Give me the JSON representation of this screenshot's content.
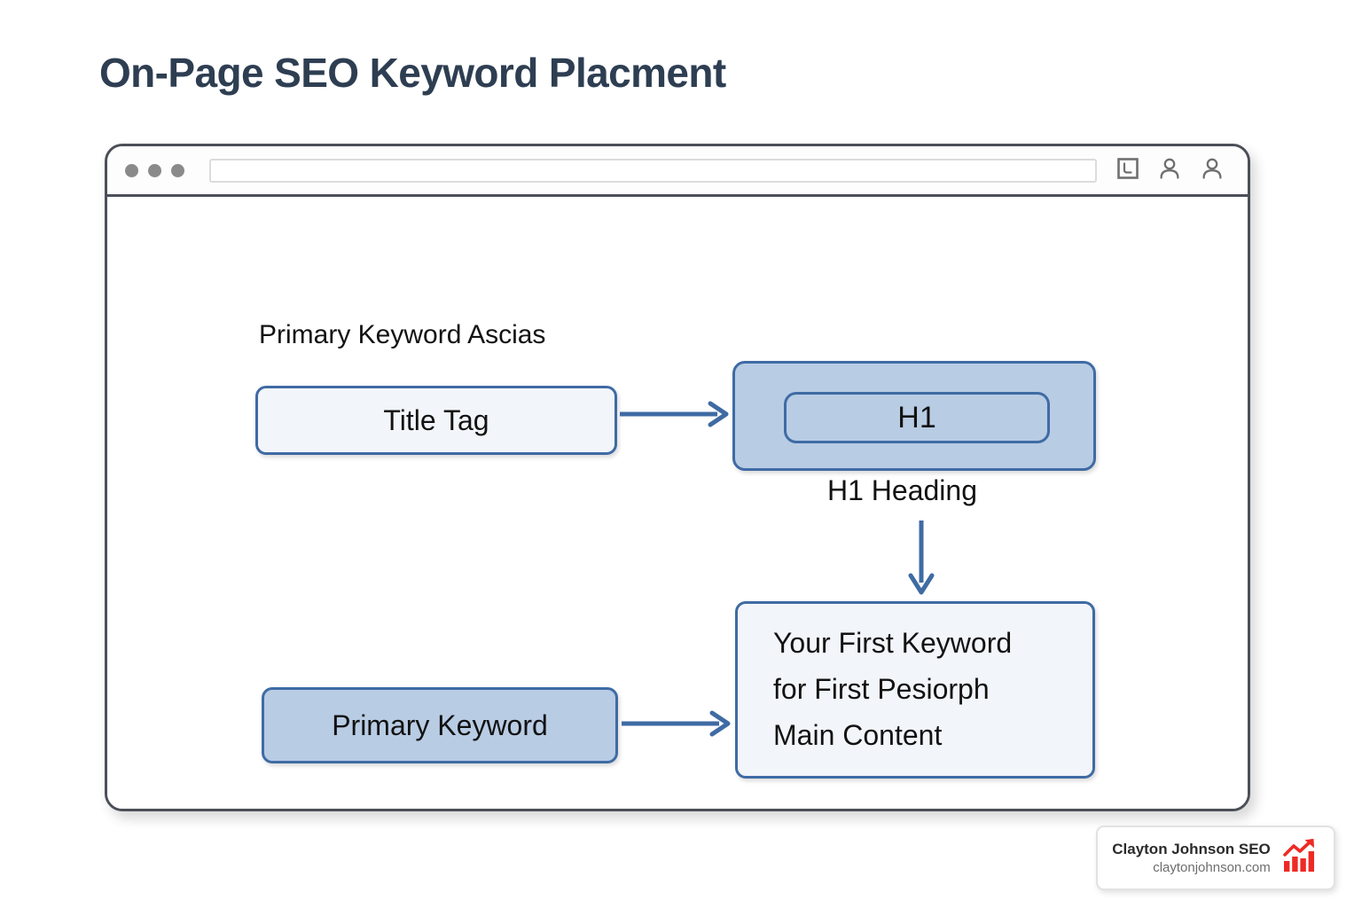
{
  "page": {
    "title": "On-Page SEO Keyword Placment",
    "title_color": "#2e3e52",
    "background": "#ffffff"
  },
  "browser": {
    "window_dots": [
      "dot-1",
      "dot-2",
      "dot-3"
    ],
    "address_bar": {
      "value": "",
      "placeholder": ""
    },
    "chrome_icons": [
      {
        "name": "reader-view-icon"
      },
      {
        "name": "user-icon"
      },
      {
        "name": "user-icon"
      }
    ]
  },
  "diagram": {
    "colors": {
      "node_border": "#3f6ba4",
      "node_fill_light": "#f2f5f9",
      "node_fill_blue": "#b8cce4",
      "arrow": "#3f6ba4",
      "text": "#121212"
    },
    "labels": {
      "ascias": "Primary Keyword Ascias",
      "h1_heading": "H1 Heading"
    },
    "nodes": {
      "title_tag": "Title Tag",
      "h1": "H1",
      "primary_keyword": "Primary Keyword",
      "main_content_lines": [
        "Your First Keyword",
        "for First Pesiorph",
        "Main Content"
      ]
    },
    "arrows": [
      {
        "name": "title-tag-to-h1",
        "direction": "right"
      },
      {
        "name": "h1-to-main-content",
        "direction": "down"
      },
      {
        "name": "primary-keyword-to-main-content",
        "direction": "right"
      }
    ]
  },
  "brand": {
    "name": "Clayton Johnson SEO",
    "url": "claytonjohnson.com",
    "icon": "growth-chart-icon",
    "icon_color": "#ee2a24"
  }
}
